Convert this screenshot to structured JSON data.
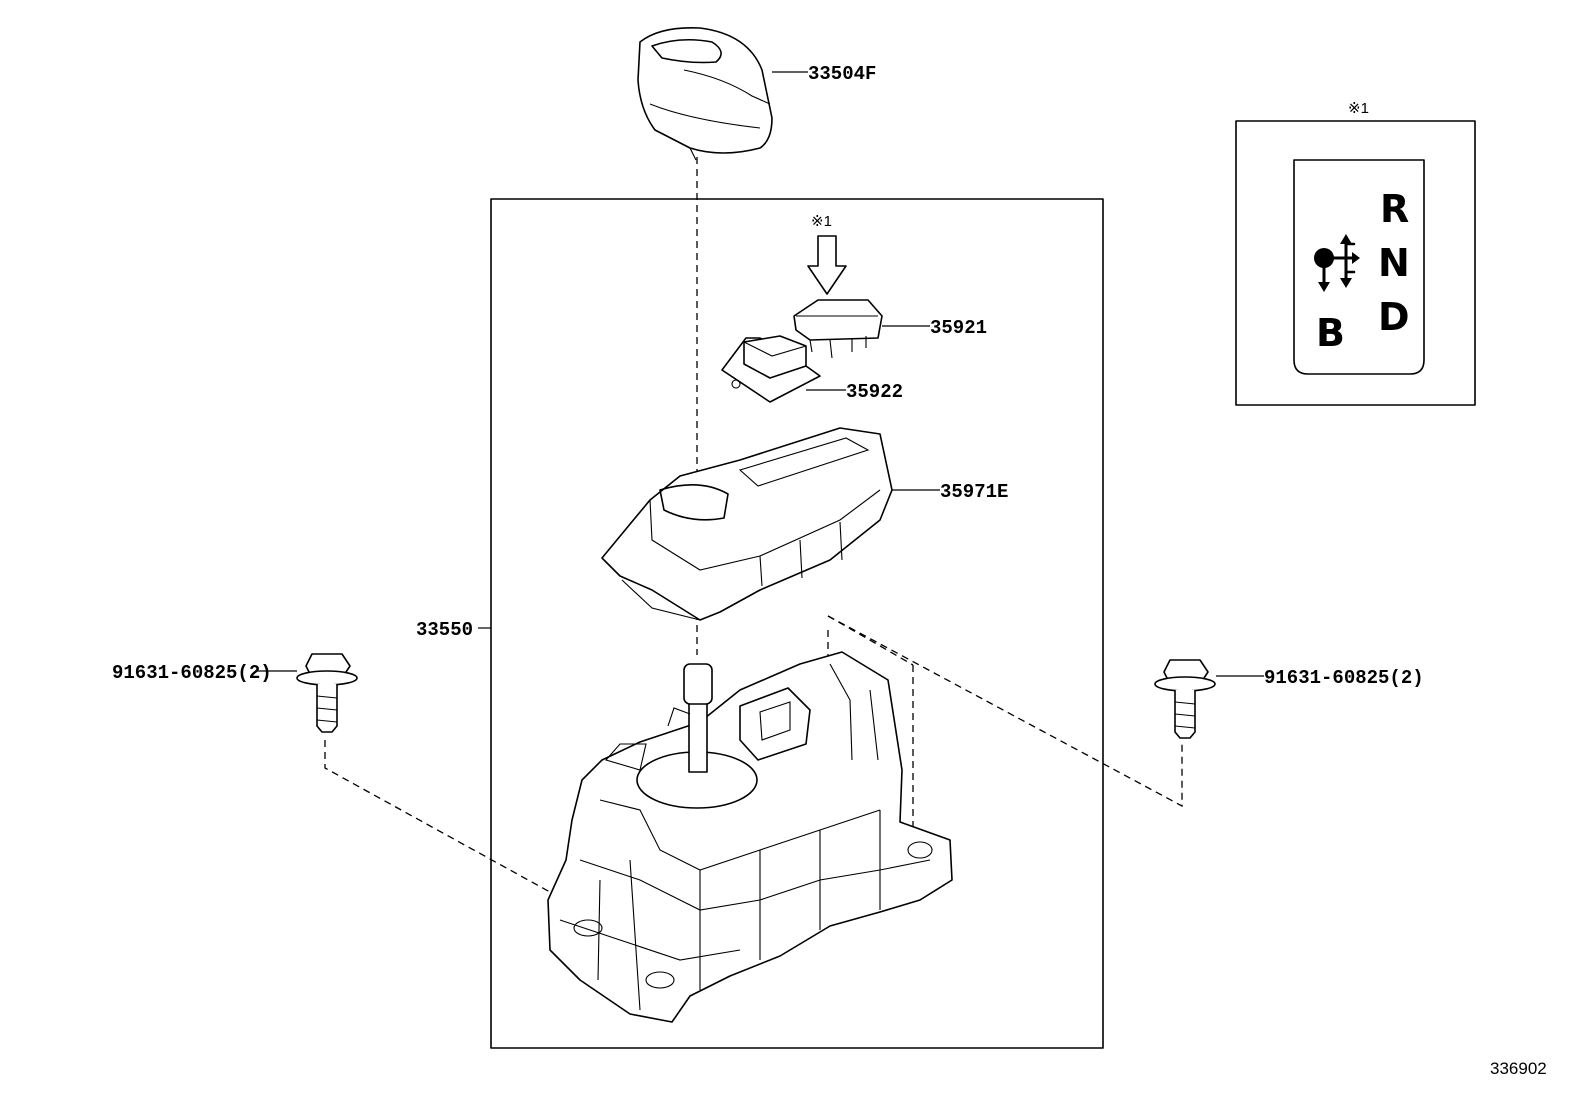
{
  "parts": {
    "shift_knob": "33504F",
    "switch_upper": "35921",
    "switch_lower": "35922",
    "indicator_housing": "35971E",
    "shift_lever_assembly": "33550",
    "bolt_left": "91631-60825(2)",
    "bolt_right": "91631-60825(2)"
  },
  "notes": {
    "arrow_note": "※1",
    "inset_note": "※1"
  },
  "shift_pattern": {
    "letters": [
      "R",
      "N",
      "D",
      "B"
    ]
  },
  "diagram_id": "336902"
}
